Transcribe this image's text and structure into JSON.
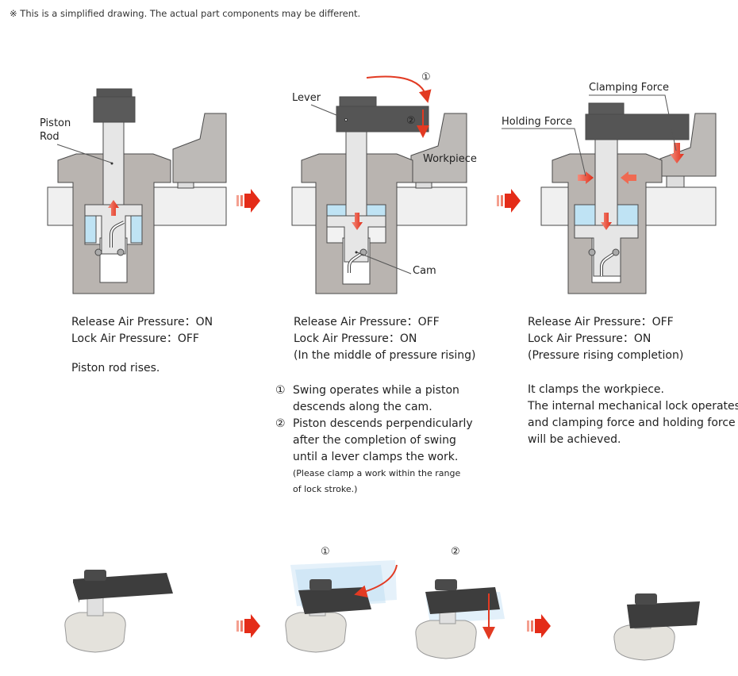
{
  "note": "※ This is a simplified drawing. The actual part components may be different.",
  "labels": {
    "piston": "Piston",
    "rod": "Rod",
    "lever": "Lever",
    "workpiece": "Workpiece",
    "cam": "Cam",
    "clamping_force": "Clamping Force",
    "holding_force": "Holding Force",
    "step1": "①",
    "step2": "②"
  },
  "panel1": {
    "line1": "Release Air Pressure：ON",
    "line2": "Lock Air Pressure：OFF",
    "line3": "Piston rod rises."
  },
  "panel2": {
    "line1": "Release Air Pressure：OFF",
    "line2": "Lock Air Pressure：ON",
    "line3": "(In the middle of pressure rising)",
    "n1": "①",
    "item1a": "Swing operates while a piston",
    "item1b": "descends along the cam.",
    "n2": "②",
    "item2a": "Piston descends perpendicularly",
    "item2b": "after the completion of swing",
    "item2c": "until a lever clamps the work.",
    "note_a": "(Please clamp a work within the range",
    "note_b": "of lock stroke.)"
  },
  "panel3": {
    "line1": "Release Air Pressure：OFF",
    "line2": "Lock Air Pressure：ON",
    "line3": "(Pressure rising completion)",
    "line4": "It clamps the workpiece.",
    "line5": "The internal mechanical lock operates",
    "line6": "and clamping force and holding force",
    "line7": "will be achieved."
  },
  "colors": {
    "body": "#b9b4b0",
    "table": "#efefef",
    "rod": "#e6e6e6",
    "lever": "#535353",
    "air": "#bfe3f4",
    "arrow": "#e8412a",
    "outline": "#444444"
  }
}
